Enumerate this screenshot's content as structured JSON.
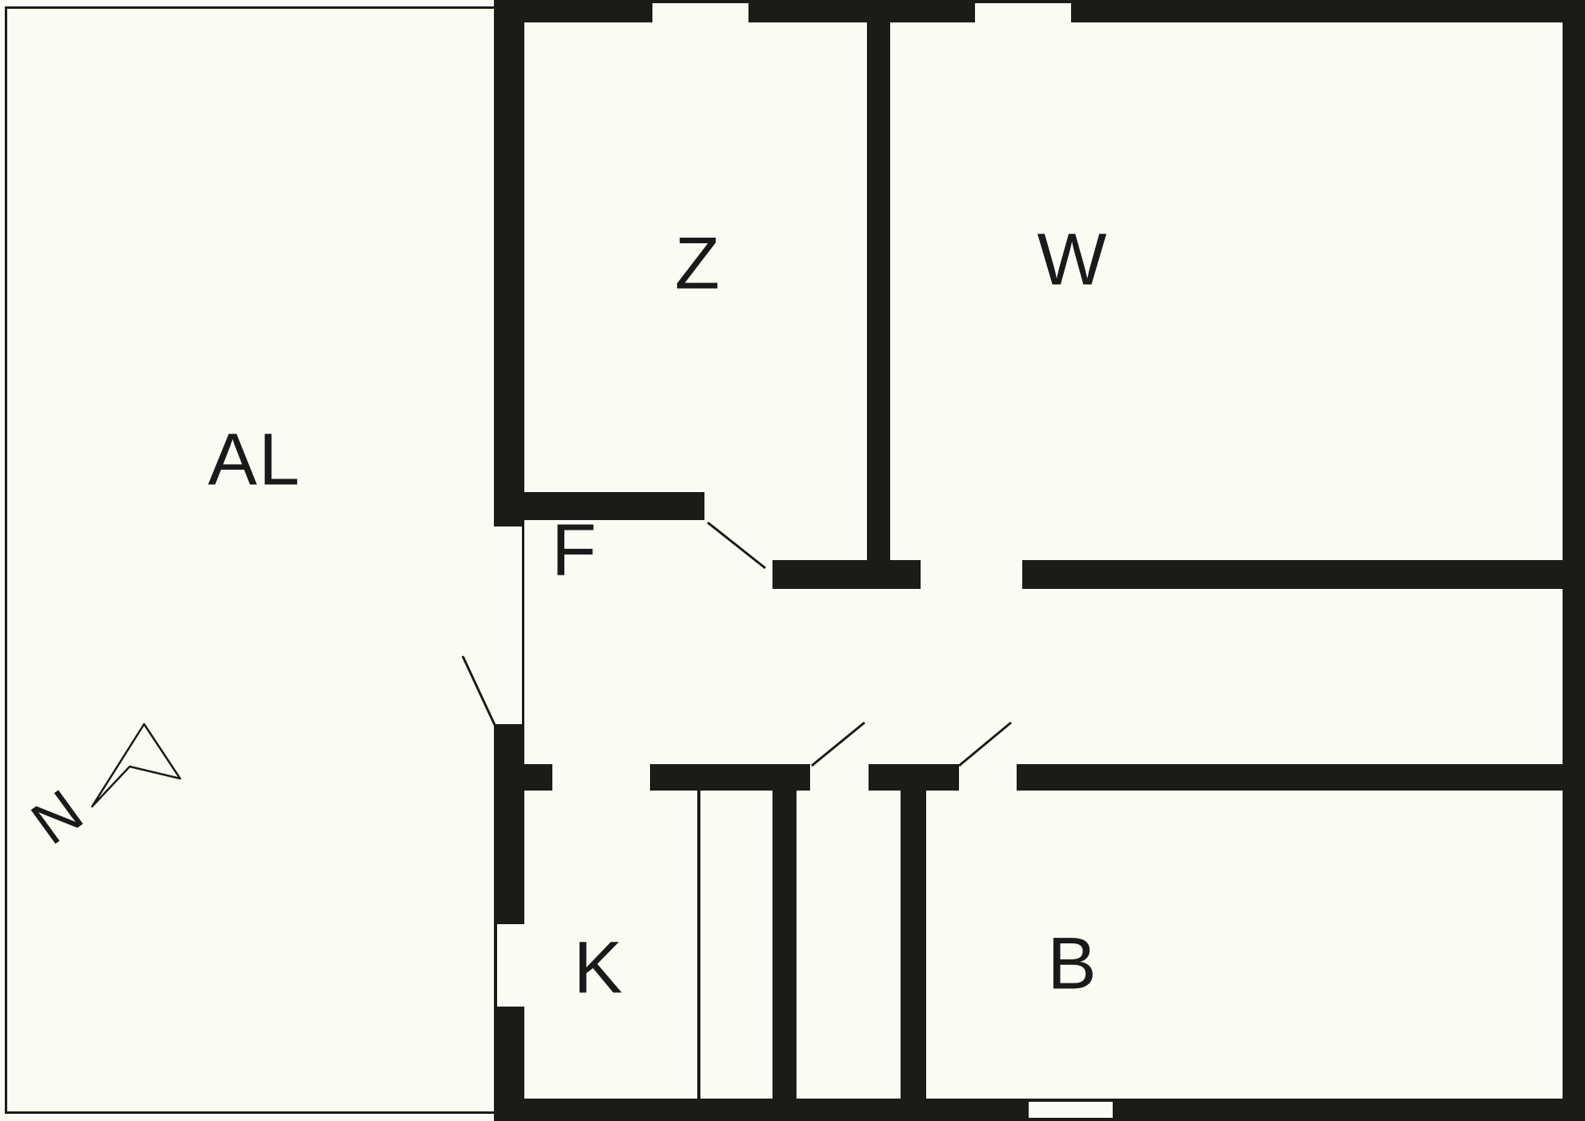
{
  "theme": {
    "bg": "#fbfbf4",
    "wall": "#1b1b18",
    "line": "#1a1a1a",
    "text": "#1a1a1a"
  },
  "rooms": {
    "al": {
      "label": "AL"
    },
    "z": {
      "label": "Z"
    },
    "w": {
      "label": "W"
    },
    "f": {
      "label": "F"
    },
    "k": {
      "label": "K"
    },
    "b": {
      "label": "B"
    }
  },
  "compass": {
    "label": "N"
  }
}
